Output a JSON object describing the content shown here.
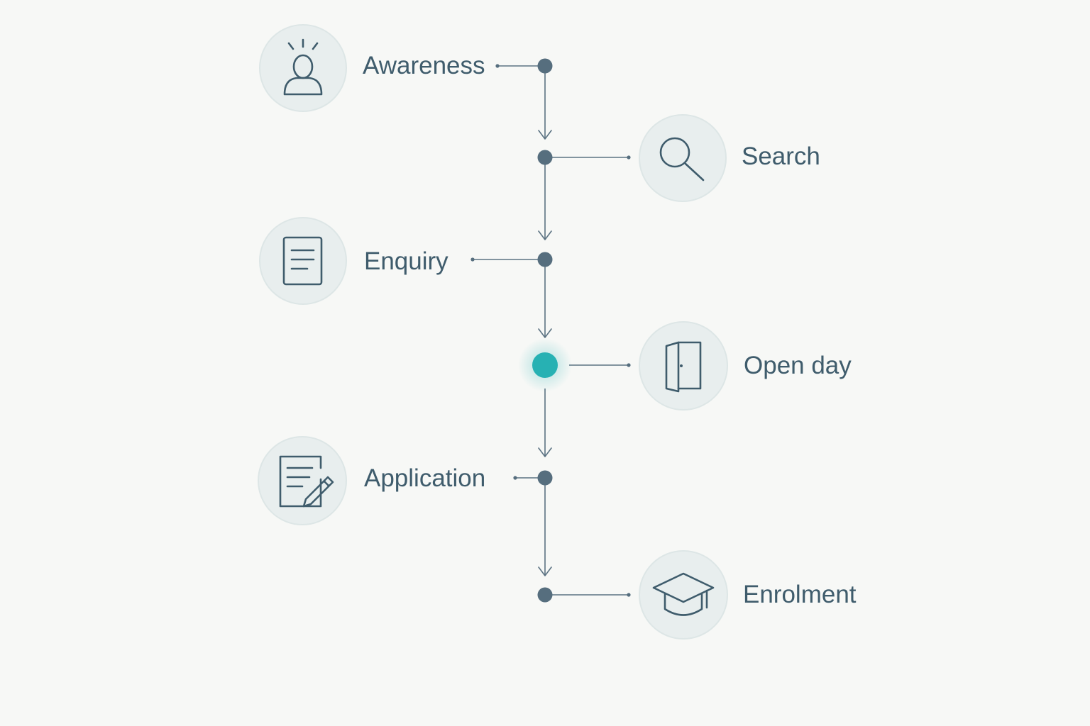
{
  "stages": [
    {
      "label": "Awareness",
      "icon": "person-alert-icon",
      "side": "left",
      "highlighted": false
    },
    {
      "label": "Search",
      "icon": "magnifier-icon",
      "side": "right",
      "highlighted": false
    },
    {
      "label": "Enquiry",
      "icon": "document-icon",
      "side": "left",
      "highlighted": false
    },
    {
      "label": "Open day",
      "icon": "open-door-icon",
      "side": "right",
      "highlighted": true
    },
    {
      "label": "Application",
      "icon": "document-pencil-icon",
      "side": "left",
      "highlighted": false
    },
    {
      "label": "Enrolment",
      "icon": "graduation-cap-icon",
      "side": "right",
      "highlighted": false
    }
  ],
  "colors": {
    "background": "#f7f8f6",
    "text": "#3f5c6c",
    "line": "#5b7282",
    "node": "#566e7e",
    "highlight": "#27b1b3",
    "icon_circle": "#e8eeee"
  }
}
